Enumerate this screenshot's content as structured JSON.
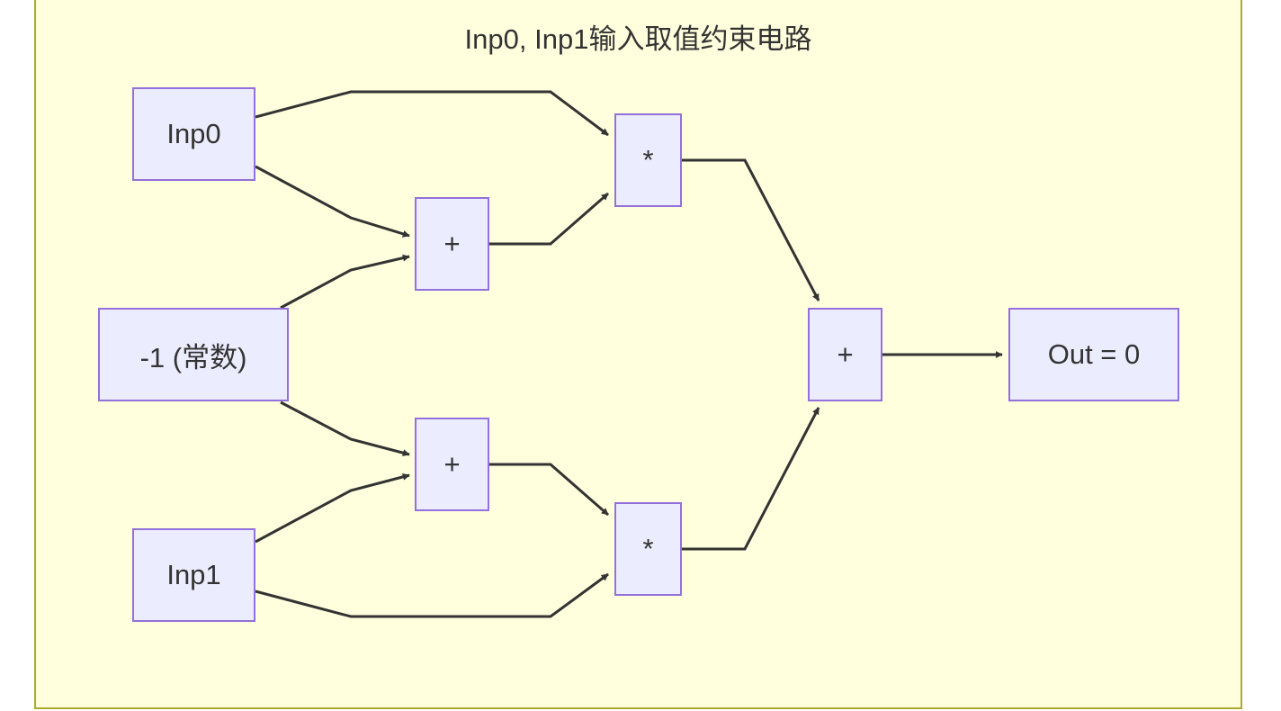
{
  "diagram": {
    "title": "Inp0, Inp1输入取值约束电路",
    "colors": {
      "cluster_fill": "#ffffde",
      "cluster_border": "#aaaa33",
      "node_fill": "#ececff",
      "node_border": "#9370db",
      "edge": "#333333",
      "text": "#333333"
    },
    "nodes": {
      "inp0": "Inp0",
      "const": "-1 (常数)",
      "inp1": "Inp1",
      "add_top": "+",
      "add_bottom": "+",
      "mul_top": "*",
      "mul_bottom": "*",
      "add_final": "+",
      "out": "Out = 0"
    },
    "edges": [
      {
        "from": "inp0",
        "to": "mul_top"
      },
      {
        "from": "inp0",
        "to": "add_top"
      },
      {
        "from": "const",
        "to": "add_top"
      },
      {
        "from": "const",
        "to": "add_bottom"
      },
      {
        "from": "inp1",
        "to": "add_bottom"
      },
      {
        "from": "inp1",
        "to": "mul_bottom"
      },
      {
        "from": "add_top",
        "to": "mul_top"
      },
      {
        "from": "add_bottom",
        "to": "mul_bottom"
      },
      {
        "from": "mul_top",
        "to": "add_final"
      },
      {
        "from": "mul_bottom",
        "to": "add_final"
      },
      {
        "from": "add_final",
        "to": "out"
      }
    ]
  }
}
